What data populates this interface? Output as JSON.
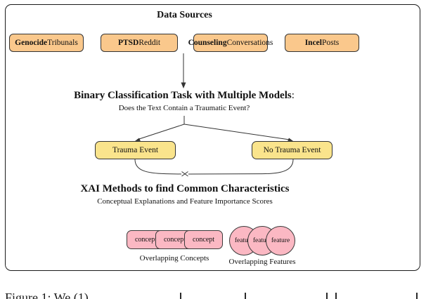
{
  "figure": {
    "title": "Data Sources",
    "data_sources": [
      {
        "bold": "Genocide",
        "rest": " Tribunals"
      },
      {
        "bold": "PTSD",
        "rest": " Reddit"
      },
      {
        "bold": "Counseling",
        "rest": " Conversations"
      },
      {
        "bold": "Incel",
        "rest": " Posts"
      }
    ],
    "task": {
      "heading": "Binary Classification Task with Multiple Models",
      "colon": ":",
      "subheading": "Does the Text Contain a Traumatic Event?"
    },
    "outcomes": [
      "Trauma Event",
      "No Trauma Event"
    ],
    "xai": {
      "heading": "XAI Methods to find Common Characteristics",
      "subheading": "Conceptual Explanations and Feature Importance Scores"
    },
    "overlap": {
      "concept_label": "concept",
      "concepts_caption": "Overlapping Concepts",
      "feature_label": "feature",
      "features_caption": "Overlapping Features"
    },
    "colors": {
      "source_fill": "#FAC88C",
      "outcome_fill": "#FAE48C",
      "overlap_fill": "#FBB8C3",
      "border": "#1A1A1A"
    }
  },
  "caption": {
    "visible_text": "Figure 1: We (1)"
  }
}
